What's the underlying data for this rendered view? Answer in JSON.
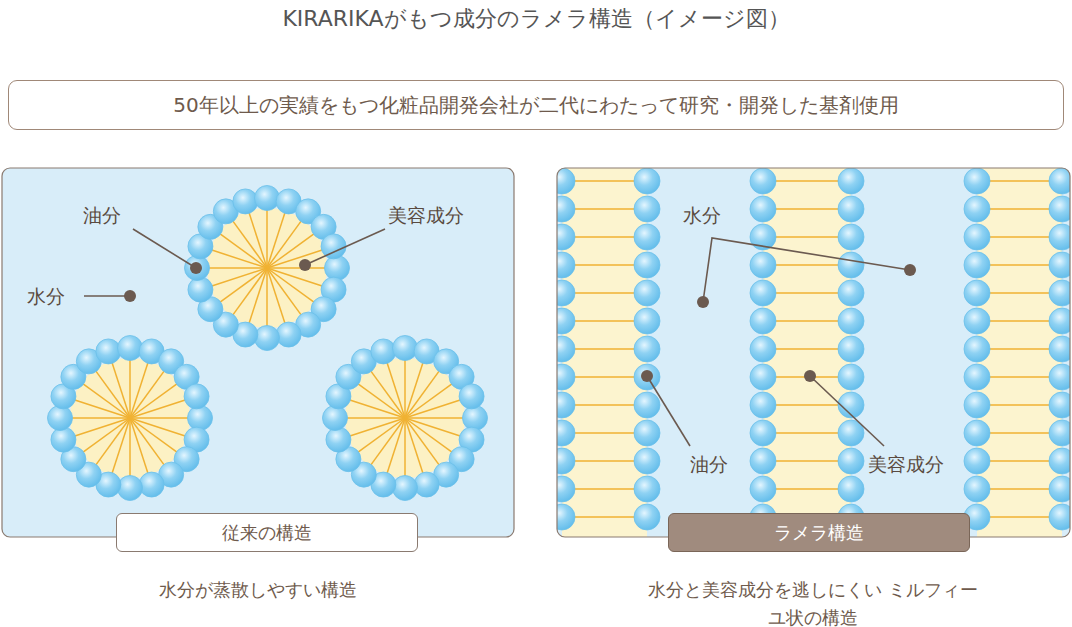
{
  "diagram": {
    "title": "KIRARIKAがもつ成分のラメラ構造（イメージ図）",
    "nodes": [
      {
        "text": [
          "50年以上の実績をもつ化粧品開発会社が二代にわたって研究・開発した基剤使用"
        ]
      },
      {
        "text": [
          "油分",
          "美容成分",
          "水分"
        ]
      },
      {
        "text": [
          "従来の構造"
        ],
        "in": 1
      },
      {
        "text": [
          "水分",
          "油分",
          "美容成分"
        ]
      },
      {
        "text": [
          "ラメラ構造"
        ],
        "in": 3
      }
    ],
    "labels": [
      "水分が蒸散しやすい構造",
      "水分と美容成分を逃しにくい ミルフィーユ状の構造"
    ]
  }
}
